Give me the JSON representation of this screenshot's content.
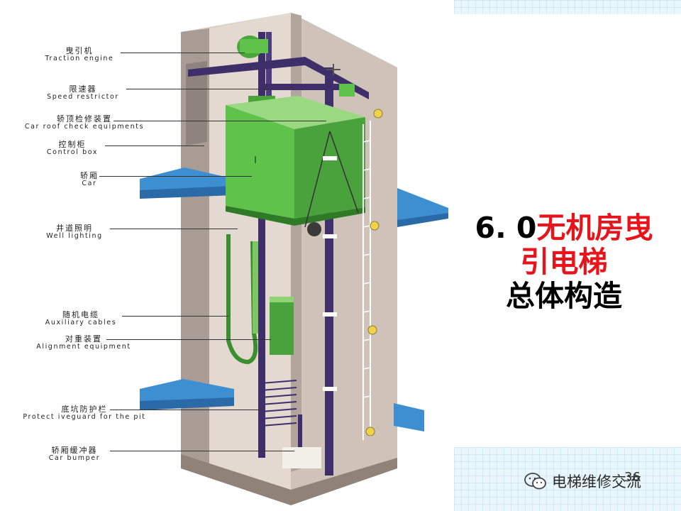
{
  "slide": {
    "title_number": "6. 0",
    "title_red_line1": "无机房曳",
    "title_red_line2": "引电梯",
    "title_black": "总体构造",
    "page_number": "36",
    "watermark_text": "电梯维修交流",
    "watermark_icon": "wechat-icon"
  },
  "labels": [
    {
      "cn": "曳引机",
      "en": "Traction engine"
    },
    {
      "cn": "限速器",
      "en": "Speed restrictor"
    },
    {
      "cn": "轿顶检修装置",
      "en": "Car roof check equipments"
    },
    {
      "cn": "控制柜",
      "en": "Control box"
    },
    {
      "cn": "轿厢",
      "en": "Car"
    },
    {
      "cn": "井道照明",
      "en": "Well lighting"
    },
    {
      "cn": "随机电缆",
      "en": "Auxiliary cables"
    },
    {
      "cn": "对重装置",
      "en": "Alignment equipment"
    },
    {
      "cn": "底坑防护栏",
      "en": "Protect iveguard for the pit"
    },
    {
      "cn": "轿厢缓冲器",
      "en": "Car bumper"
    }
  ],
  "colors": {
    "title_red": "#e8141b",
    "car_green": "#5fc24a",
    "landing_blue": "#3d8fd1",
    "shaft_wall": "#b8aba2",
    "rail_purple": "#3e2f6b"
  }
}
